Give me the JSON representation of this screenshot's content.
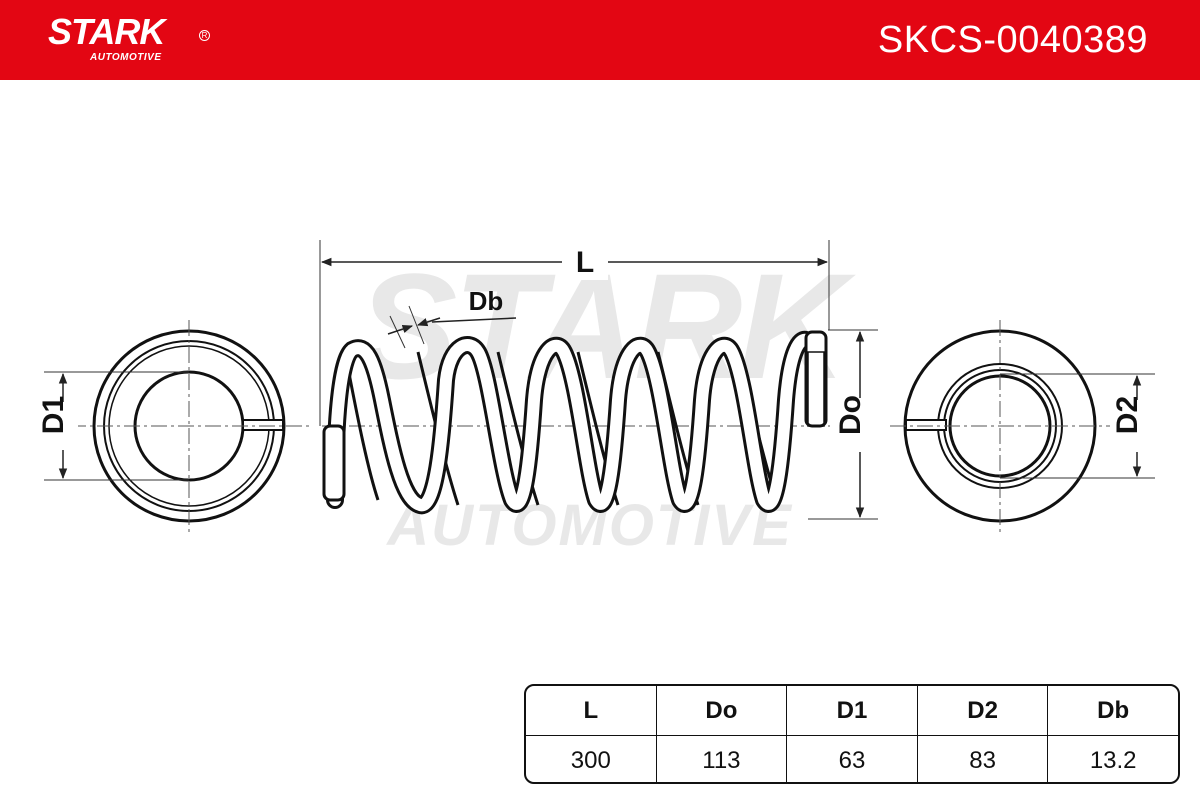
{
  "header": {
    "logo_text": "STARK",
    "logo_subtext": "AUTOMOTIVE",
    "logo_registered": "R",
    "part_number": "SKCS-0040389",
    "background_color": "#e30613"
  },
  "watermark": {
    "line1": "STARK",
    "line2": "AUTOMOTIVE",
    "color": "#e6e6e6"
  },
  "drawing": {
    "label_L": "L",
    "label_Db": "Db",
    "label_Do": "Do",
    "label_D1": "D1",
    "label_D2": "D2"
  },
  "spec_table": {
    "headers": [
      "L",
      "Do",
      "D1",
      "D2",
      "Db"
    ],
    "values": [
      "300",
      "113",
      "63",
      "83",
      "13.2"
    ]
  }
}
